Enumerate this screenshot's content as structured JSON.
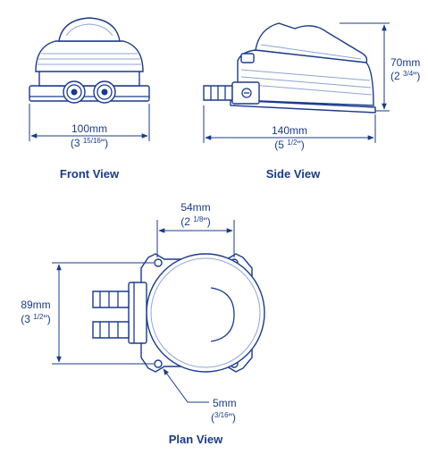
{
  "colors": {
    "ink": "#1b3a8a",
    "background": "#ffffff"
  },
  "front_view": {
    "title": "Front View",
    "width_metric": "100mm",
    "width_imperial": {
      "open": "(3 ",
      "fraction": "15/16",
      "close": "\")"
    }
  },
  "side_view": {
    "title": "Side View",
    "length_metric": "140mm",
    "length_imperial": {
      "open": "(5 ",
      "fraction": "1/2",
      "close": "\")"
    },
    "height_metric": "70mm",
    "height_imperial": {
      "open": "(2 ",
      "fraction": "3/4",
      "close": "\")"
    }
  },
  "plan_view": {
    "title": "Plan View",
    "spacing_metric": "54mm",
    "spacing_imperial": {
      "open": "(2 ",
      "fraction": "1/8",
      "close": "\")"
    },
    "depth_metric": "89mm",
    "depth_imperial": {
      "open": "(3 ",
      "fraction": "1/2",
      "close": "\")"
    },
    "hole_metric": "5mm",
    "hole_imperial": {
      "open": "(",
      "fraction": "3/16",
      "close": "\")"
    }
  }
}
